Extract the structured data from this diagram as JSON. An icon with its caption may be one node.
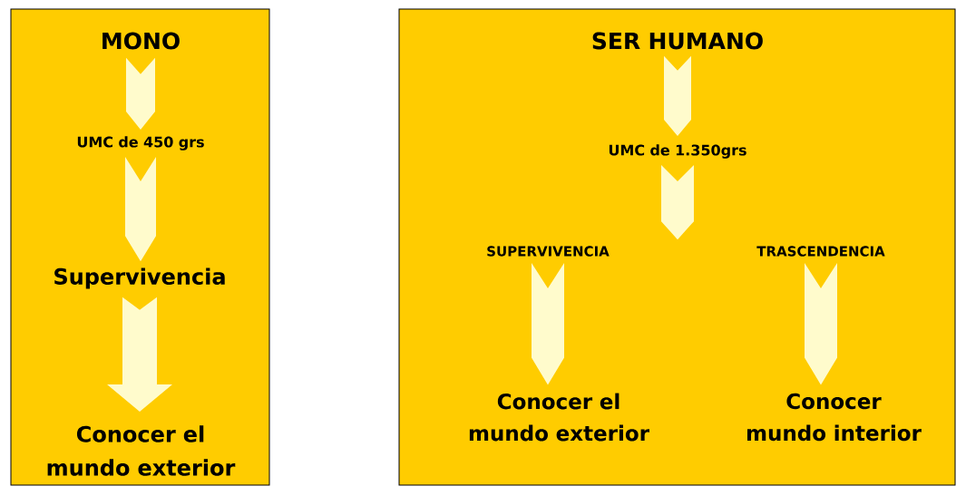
{
  "diagram": {
    "nodes": [
      {
        "text": [],
        "shape": "box"
      },
      {
        "text": [
          "MONO"
        ],
        "in": 0
      },
      {
        "text": [
          "UMC de 450 grs"
        ],
        "in": 0
      },
      {
        "text": [
          "Supervivencia"
        ],
        "in": 0
      },
      {
        "text": [
          "Conocer el mundo exterior"
        ],
        "in": 0
      },
      {
        "text": [],
        "shape": "box"
      },
      {
        "text": [
          "SER HUMANO"
        ],
        "in": 5
      },
      {
        "text": [
          "UMC de 1.350grs"
        ],
        "in": 5
      },
      {
        "text": [
          "SUPERVIVENCIA"
        ],
        "in": 5
      },
      {
        "text": [
          "TRASCENDENCIA"
        ],
        "in": 5
      },
      {
        "text": [
          "Conocer el mundo exterior"
        ],
        "in": 5
      },
      {
        "text": [
          "Conocer mundo interior"
        ],
        "in": 5
      }
    ],
    "edges": [
      {
        "from": 1,
        "to": 2,
        "arrow": "to"
      },
      {
        "from": 2,
        "to": 3,
        "arrow": "to"
      },
      {
        "from": 3,
        "to": 4,
        "arrow": "to"
      },
      {
        "from": 6,
        "to": 7,
        "arrow": "to"
      },
      {
        "from": 7,
        "to": 8,
        "arrow": "to"
      },
      {
        "from": 7,
        "to": 9,
        "arrow": "to"
      },
      {
        "from": 8,
        "to": 10,
        "arrow": "to"
      },
      {
        "from": 9,
        "to": 11,
        "arrow": "to"
      }
    ]
  }
}
